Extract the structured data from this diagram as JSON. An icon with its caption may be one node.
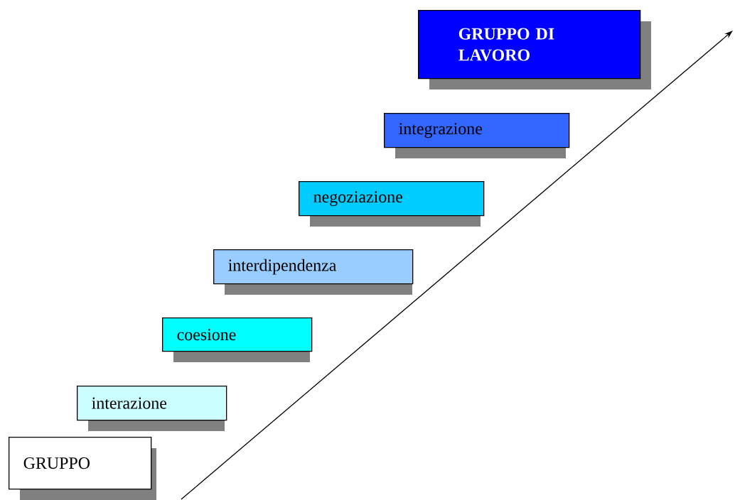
{
  "diagram": {
    "nodes": [
      {
        "text": [
          "GRUPPO"
        ]
      },
      {
        "text": [
          "interazione"
        ]
      },
      {
        "text": [
          "coesione"
        ]
      },
      {
        "text": [
          "interdipendenza"
        ]
      },
      {
        "text": [
          "negoziazione"
        ]
      },
      {
        "text": [
          "integrazione"
        ]
      },
      {
        "text": [
          "GRUPPO DI LAVORO"
        ]
      }
    ]
  }
}
